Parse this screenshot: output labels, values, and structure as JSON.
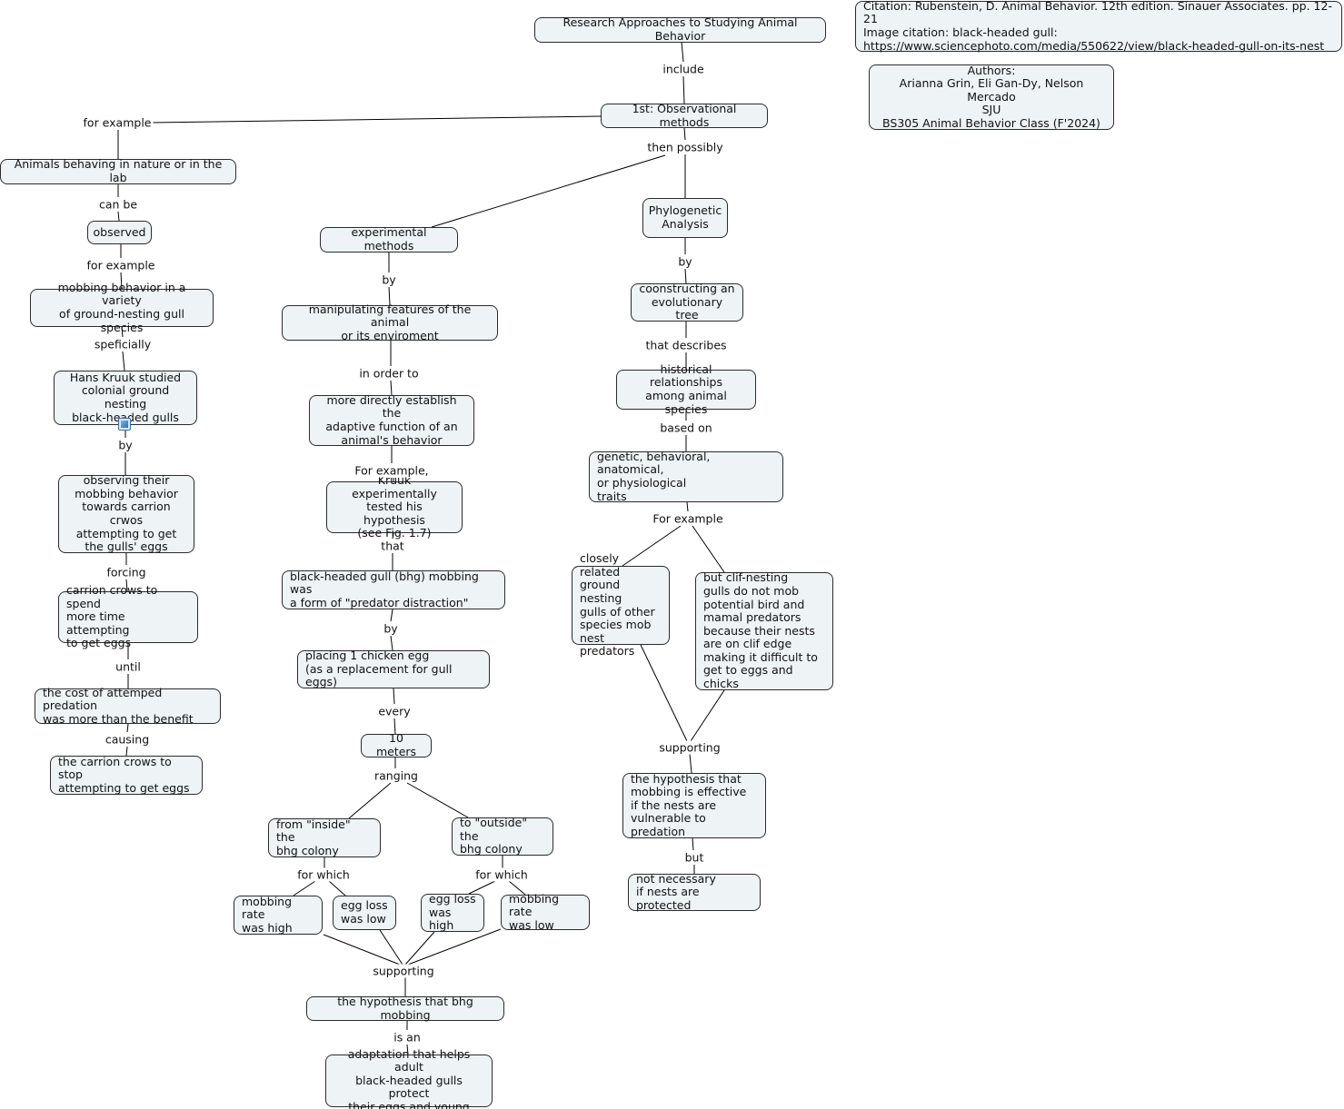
{
  "nodes": {
    "title": "Research Approaches to Studying Animal Behavior",
    "observational": "1st: Observational methods",
    "animals_nature": "Animals behaving in nature or in the lab",
    "observed": "observed",
    "mobbing_variety": "mobbing behavior in a variety\nof ground-nesting gull species",
    "kruuk_studied": "Hans Kruuk studied\ncolonial ground nesting\nblack-headed gulls",
    "observing_mobbing": "observing their\nmobbing behavior\ntowards carrion crwos\nattempting to get\nthe gulls' eggs",
    "crows_spend": "carrion crows to spend\nmore time attempting\nto get eggs",
    "cost_predation": "the cost of attemped predation\nwas more than the benefit",
    "crows_stop": "the carrion crows to stop\nattempting to get eggs",
    "experimental": "experimental methods",
    "manipulating": "manipulating features of the animal\nor its enviroment",
    "establish_function": "more directly establish the\nadaptive function of an\nanimal's behavior",
    "kruuk_tested": "Kruuk experimentally\ntested his hypothesis\n(see Fig. 1.7)",
    "predator_distraction": "black-headed gull (bhg) mobbing was\na form of \"predator distraction\"",
    "chicken_egg": "placing 1 chicken egg\n(as a replacement for gull eggs)",
    "ten_meters": "10 meters",
    "inside_colony": "from \"inside\" the\nbhg colony",
    "outside_colony": "to \"outside\" the\nbhg colony",
    "mobbing_high": "mobbing rate\nwas high",
    "egg_loss_low": "egg loss\nwas low",
    "egg_loss_high": "egg loss\nwas high",
    "mobbing_low": "mobbing rate\nwas low",
    "hypothesis_bhg": "the hypothesis that bhg mobbing",
    "adaptation": "adaptation that helps adult\nblack-headed gulls protect\ntheir eggs and young",
    "phylogenetic": "Phylogenetic\nAnalysis",
    "evolutionary_tree": "coonstructing an\nevolutionary tree",
    "historical": "historical relationships\namong animal species",
    "traits": "genetic, behavioral, anatomical,\nor physiological\ntraits",
    "closely_related": "closely related\nground nesting\ngulls of other\nspecies mob\nnest predators",
    "clif_nesting": "but clif-nesting\ngulls do not mob\npotential bird and\nmamal predators\nbecause their nests\nare on clif edge\nmaking it difficult to\nget to eggs and chicks",
    "hypothesis_effective": "the hypothesis that\nmobbing is effective\nif the nests are\nvulnerable to predation",
    "not_necessary": "not necessary\nif nests are protected",
    "citation": "Citation: Rubenstein, D. Animal Behavior. 12th edition. Sinauer Associates. pp. 12-21\nImage citation: black-headed gull:\nhttps://www.sciencephoto.com/media/550622/view/black-headed-gull-on-its-nest",
    "authors": "Authors:\nArianna Grin, Eli Gan-Dy, Nelson Mercado\nSJU\nBS305 Animal Behavior Class (F'2024)"
  },
  "links": {
    "include": "include",
    "for_example_top": "for example",
    "then_possibly": "then possibly",
    "can_be": "can be",
    "for_example_obs": "for example",
    "speficially": "speficially",
    "by_kruuk": "by",
    "forcing": "forcing",
    "until": "until",
    "causing": "causing",
    "by_exp": "by",
    "in_order_to": "in order to",
    "for_example_exp": "For example,",
    "that": "that",
    "by_placing": "by",
    "every": "every",
    "ranging": "ranging",
    "for_which_in": "for which",
    "for_which_out": "for which",
    "supporting_exp": "supporting",
    "is_an": "is an",
    "by_phylo": "by",
    "that_describes": "that describes",
    "based_on": "based on",
    "for_example_phylo": "For example",
    "supporting_phylo": "supporting",
    "but": "but"
  },
  "icons": {
    "image_attachment": "image-icon"
  }
}
